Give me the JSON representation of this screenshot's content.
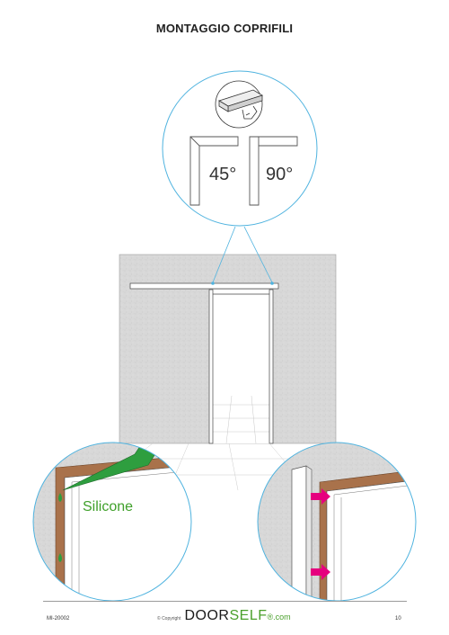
{
  "page": {
    "title": "MONTAGGIO COPRIFILI"
  },
  "labels": {
    "angle_a": "45°",
    "angle_b": "90°",
    "silicone": "Silicone"
  },
  "footer": {
    "doc_code": "MI-20002",
    "copyright": "© Copyright",
    "brand_part1": "DOOR",
    "brand_part2": "SELF",
    "brand_part3": "®.com",
    "page_number": "10"
  },
  "colors": {
    "frame_trim": "#a9724b",
    "accent_blue": "#4fb3df",
    "silicone_green": "#2e9e3f",
    "arrow_magenta": "#e6007e",
    "wall_gray": "#d9d9d9"
  }
}
